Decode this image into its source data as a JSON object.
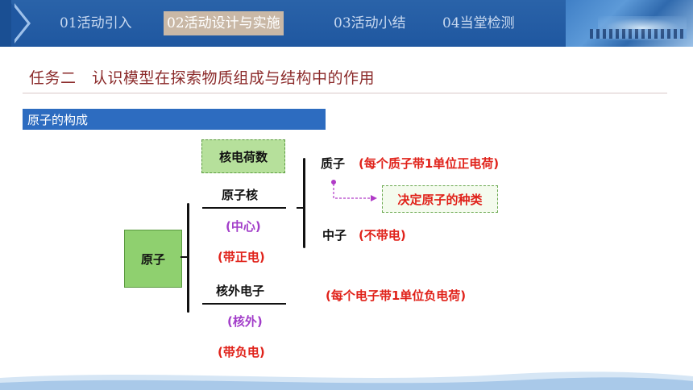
{
  "nav": {
    "tabs": [
      {
        "label": "01活动引入"
      },
      {
        "label": "02活动设计与实施"
      },
      {
        "label": "03活动小结"
      },
      {
        "label": "04当堂检测"
      }
    ]
  },
  "task": {
    "title": "任务二　认识模型在探索物质组成与结构中的作用"
  },
  "section": {
    "title": "原子的构成"
  },
  "diagram": {
    "atom": "原子",
    "nuclear_charge": "核电荷数",
    "nucleus": "原子核",
    "nucleus_pos": "(中心)",
    "nucleus_charge": "(带正电)",
    "electrons": "核外电子",
    "electrons_pos": "(核外)",
    "electrons_charge": "(带负电)",
    "electron_note": "(每个电子带1单位负电荷)",
    "proton": "质子",
    "proton_note": "(每个质子带1单位正电荷)",
    "decides": "决定原子的种类",
    "neutron": "中子",
    "neutron_note": "(不带电)"
  },
  "colors": {
    "topbar": "#1f57a0",
    "active_tab": "#c9b8a6",
    "section_bar": "#2d6cc0",
    "red": "#e0221a",
    "purple": "#a23dc9",
    "green": "#8fd06f"
  }
}
